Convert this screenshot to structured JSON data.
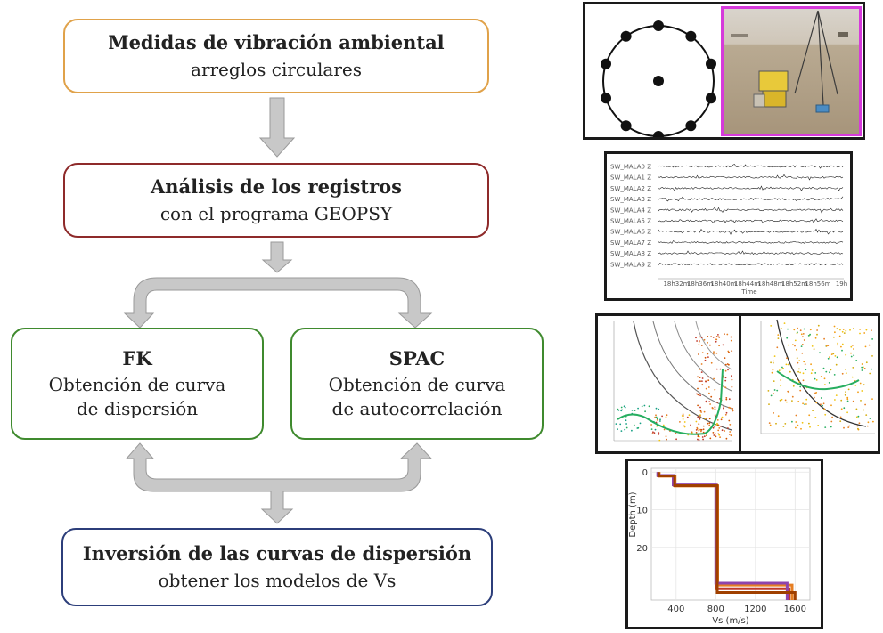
{
  "flow": {
    "box1": {
      "title": "Medidas de vibración ambiental",
      "sub": "arreglos circulares"
    },
    "box2": {
      "title": "Análisis de los registros",
      "sub": "con el programa GEOPSY"
    },
    "fk": {
      "title": "FK",
      "line1": "Obtención de curva",
      "line2": "de dispersión"
    },
    "spac": {
      "title": "SPAC",
      "line1": "Obtención de curva",
      "line2": "de autocorrelación"
    },
    "box5": {
      "title": "Inversión de las curvas de dispersión",
      "sub": "obtener los modelos de Vs"
    }
  },
  "colors": {
    "box1_border": "#e0a24a",
    "box2_border": "#8e2a2a",
    "fk_border": "#3f8a2e",
    "spac_border": "#3f8a2e",
    "box5_border": "#2c3e7a",
    "arrow_fill": "#c8c8c8",
    "arrow_stroke": "#9a9a9a",
    "photo_frame": "#d63adb"
  },
  "seismogram": {
    "channels": [
      "SW_MALA0 Z",
      "SW_MALA1 Z",
      "SW_MALA2 Z",
      "SW_MALA3 Z",
      "SW_MALA4 Z",
      "SW_MALA5 Z",
      "SW_MALA6 Z",
      "SW_MALA7 Z",
      "SW_MALA8 Z",
      "SW_MALA9 Z"
    ],
    "times": [
      "18h32m",
      "18h36m",
      "18h40m",
      "18h44m",
      "18h48m",
      "18h52m",
      "18h56m",
      "19h"
    ],
    "xlabel": "Time"
  },
  "vs_profile": {
    "ylabel": "Depth (m)",
    "xlabel": "Vs (m/s)",
    "yticks": [
      "0",
      "10",
      "20"
    ],
    "xticks": [
      "400",
      "800",
      "1200",
      "1600"
    ],
    "line_colors": [
      "#c0392b",
      "#e67e22",
      "#8e44ad",
      "#a04000"
    ]
  }
}
